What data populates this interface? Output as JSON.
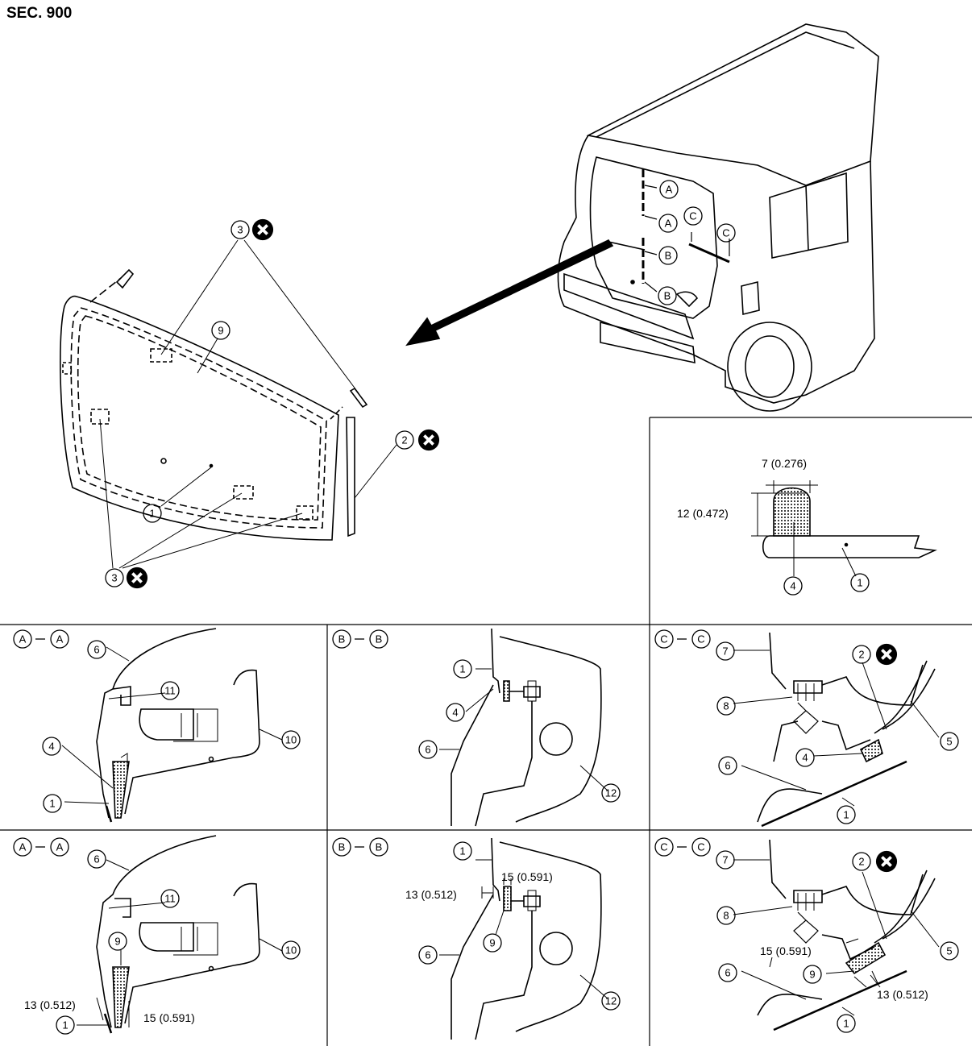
{
  "section": "SEC. 900",
  "callouts": {
    "n1": "1",
    "n2": "2",
    "n3": "3",
    "n4": "4",
    "n5": "5",
    "n6": "6",
    "n7": "7",
    "n8": "8",
    "n9": "9",
    "n10": "10",
    "n11": "11",
    "n12": "12",
    "A": "A",
    "B": "B",
    "C": "C"
  },
  "view_headers": {
    "aa": "A - A",
    "bb": "B - B",
    "cc": "C - C"
  },
  "dimensions": {
    "d7": "7 (0.276)",
    "d12": "12 (0.472)",
    "d13": "13 (0.512)",
    "d15": "15 (0.591)"
  },
  "symbols": {
    "replace": "not-reusable-x-icon"
  }
}
